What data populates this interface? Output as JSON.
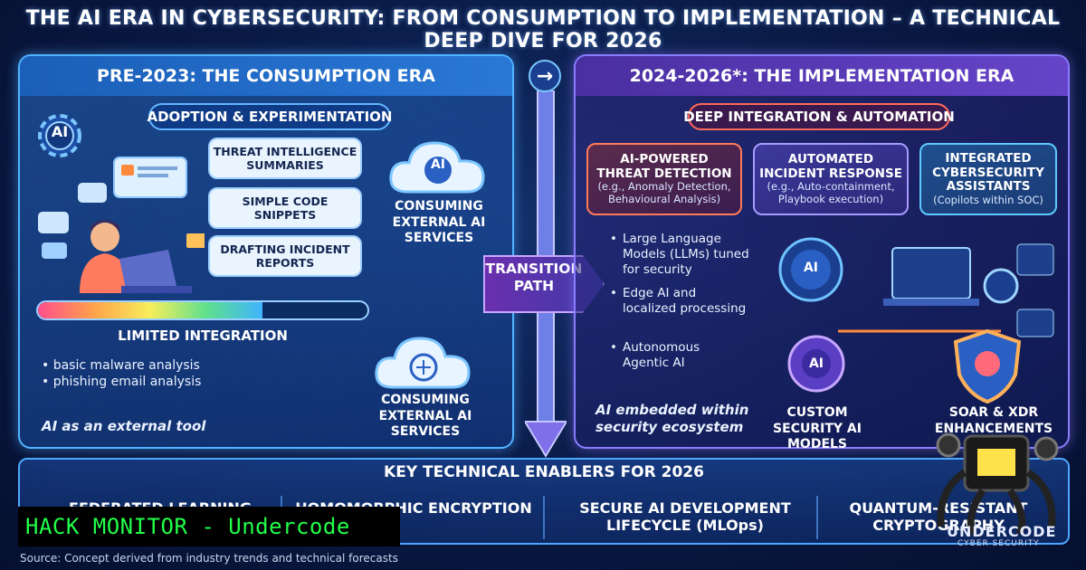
{
  "title": "THE AI ERA IN CYBERSECURITY: FROM CONSUMPTION TO IMPLEMENTATION – A TECHNICAL DEEP DIVE FOR 2026",
  "left_panel": {
    "header": "PRE-2023: THE CONSUMPTION ERA",
    "subheader": "ADOPTION & EXPERIMENTATION",
    "ai_badge": "AI",
    "bubbles": [
      "THREAT INTELLIGENCE SUMMARIES",
      "SIMPLE CODE SNIPPETS",
      "DRAFTING INCIDENT REPORTS"
    ],
    "cloud_top_label": "CONSUMING EXTERNAL AI SERVICES",
    "cloud_top_icon": "AI",
    "integration_label": "LIMITED INTEGRATION",
    "integration_level": 0.68,
    "bullets": [
      "basic malware analysis",
      "phishing email analysis"
    ],
    "footer": "AI as an external tool",
    "cloud_bottom_label": "CONSUMING EXTERNAL AI SERVICES"
  },
  "transition": {
    "label": "TRANSITION PATH",
    "arrow_glyph": "→"
  },
  "right_panel": {
    "header": "2024-2026*: THE IMPLEMENTATION ERA",
    "subheader": "DEEP INTEGRATION & AUTOMATION",
    "cards": [
      {
        "title": "AI-POWERED THREAT DETECTION",
        "detail": "(e.g., Anomaly Detection, Behavioural Analysis)"
      },
      {
        "title": "AUTOMATED INCIDENT RESPONSE",
        "detail": "(e.g., Auto-containment, Playbook execution)"
      },
      {
        "title": "INTEGRATED CYBERSECURITY ASSISTANTS",
        "detail": "(Copilots within SOC)"
      }
    ],
    "list": [
      "Large Language Models (LLMs) tuned for security",
      "Edge AI and localized processing",
      "Autonomous Agentic AI"
    ],
    "footer": "AI embedded within security ecosystem",
    "hub_icon": "AI",
    "custom_models_label": "CUSTOM SECURITY AI MODELS",
    "soar_label": "SOAR & XDR ENHANCEMENTS"
  },
  "bottom": {
    "header": "KEY TECHNICAL ENABLERS FOR 2026",
    "enablers": [
      "FEDERATED LEARNING",
      "HOMOMORPHIC ENCRYPTION",
      "SECURE AI DEVELOPMENT LIFECYCLE (MLOps)",
      "QUANTUM-RESISTANT CRYPTOGRAPHY"
    ]
  },
  "overlay": {
    "hack_monitor": "HACK MONITOR - Undercode",
    "logo": "UNDERCODE",
    "logo_sub": "CYBER SECURITY"
  },
  "source": "Source: Concept derived from industry trends and technical forecasts",
  "colors": {
    "left_accent": "#4fb3ff",
    "right_accent": "#8a7cff",
    "hack_green": "#21ff4a",
    "card_red_border": "#ff7a5a"
  }
}
